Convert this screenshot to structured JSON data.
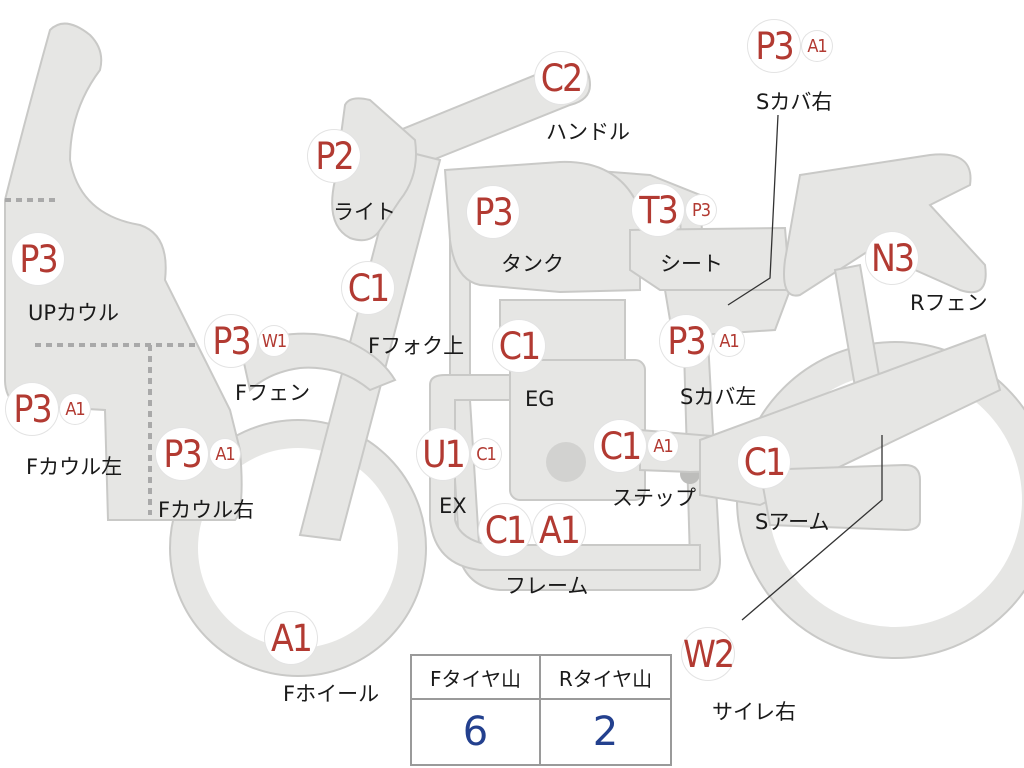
{
  "parts": [
    {
      "id": "up-cowl",
      "codes": [
        "P3"
      ],
      "label": "UPカウル"
    },
    {
      "id": "f-cowl-left",
      "codes": [
        "P3",
        "A1"
      ],
      "label": "Fカウル左"
    },
    {
      "id": "f-cowl-right",
      "codes": [
        "P3",
        "A1"
      ],
      "label": "Fカウル右"
    },
    {
      "id": "f-fender",
      "codes": [
        "P3",
        "W1"
      ],
      "label": "Fフェン"
    },
    {
      "id": "light",
      "codes": [
        "P2"
      ],
      "label": "ライト"
    },
    {
      "id": "handle",
      "codes": [
        "C2"
      ],
      "label": "ハンドル"
    },
    {
      "id": "f-fork-upper",
      "codes": [
        "C1"
      ],
      "label": "Fフォク上"
    },
    {
      "id": "tank",
      "codes": [
        "P3"
      ],
      "label": "タンク"
    },
    {
      "id": "seat",
      "codes": [
        "T3",
        "P3"
      ],
      "label": "シート"
    },
    {
      "id": "s-cover-right",
      "codes": [
        "P3",
        "A1"
      ],
      "label": "Sカバ右"
    },
    {
      "id": "r-fender",
      "codes": [
        "N3"
      ],
      "label": "Rフェン"
    },
    {
      "id": "engine",
      "codes": [
        "C1"
      ],
      "label": "EG"
    },
    {
      "id": "s-cover-left",
      "codes": [
        "P3",
        "A1"
      ],
      "label": "Sカバ左"
    },
    {
      "id": "exhaust",
      "codes": [
        "U1",
        "C1"
      ],
      "label": "EX"
    },
    {
      "id": "step",
      "codes": [
        "C1",
        "A1"
      ],
      "label": "ステップ"
    },
    {
      "id": "swing-arm",
      "codes": [
        "C1"
      ],
      "label": "Sアーム"
    },
    {
      "id": "frame",
      "codes": [
        "C1",
        "A1"
      ],
      "label": "フレーム"
    },
    {
      "id": "f-wheel",
      "codes": [
        "A1"
      ],
      "label": "Fホイール"
    },
    {
      "id": "silencer-right",
      "codes": [
        "W2"
      ],
      "label": "サイレ右"
    }
  ],
  "tire_table": {
    "headers": [
      "Fタイヤ山",
      "Rタイヤ山"
    ],
    "values": [
      "6",
      "2"
    ]
  },
  "colors": {
    "code_text": "#b23a32",
    "tire_value_text": "#23408e",
    "part_fill": "#e6e6e4"
  }
}
